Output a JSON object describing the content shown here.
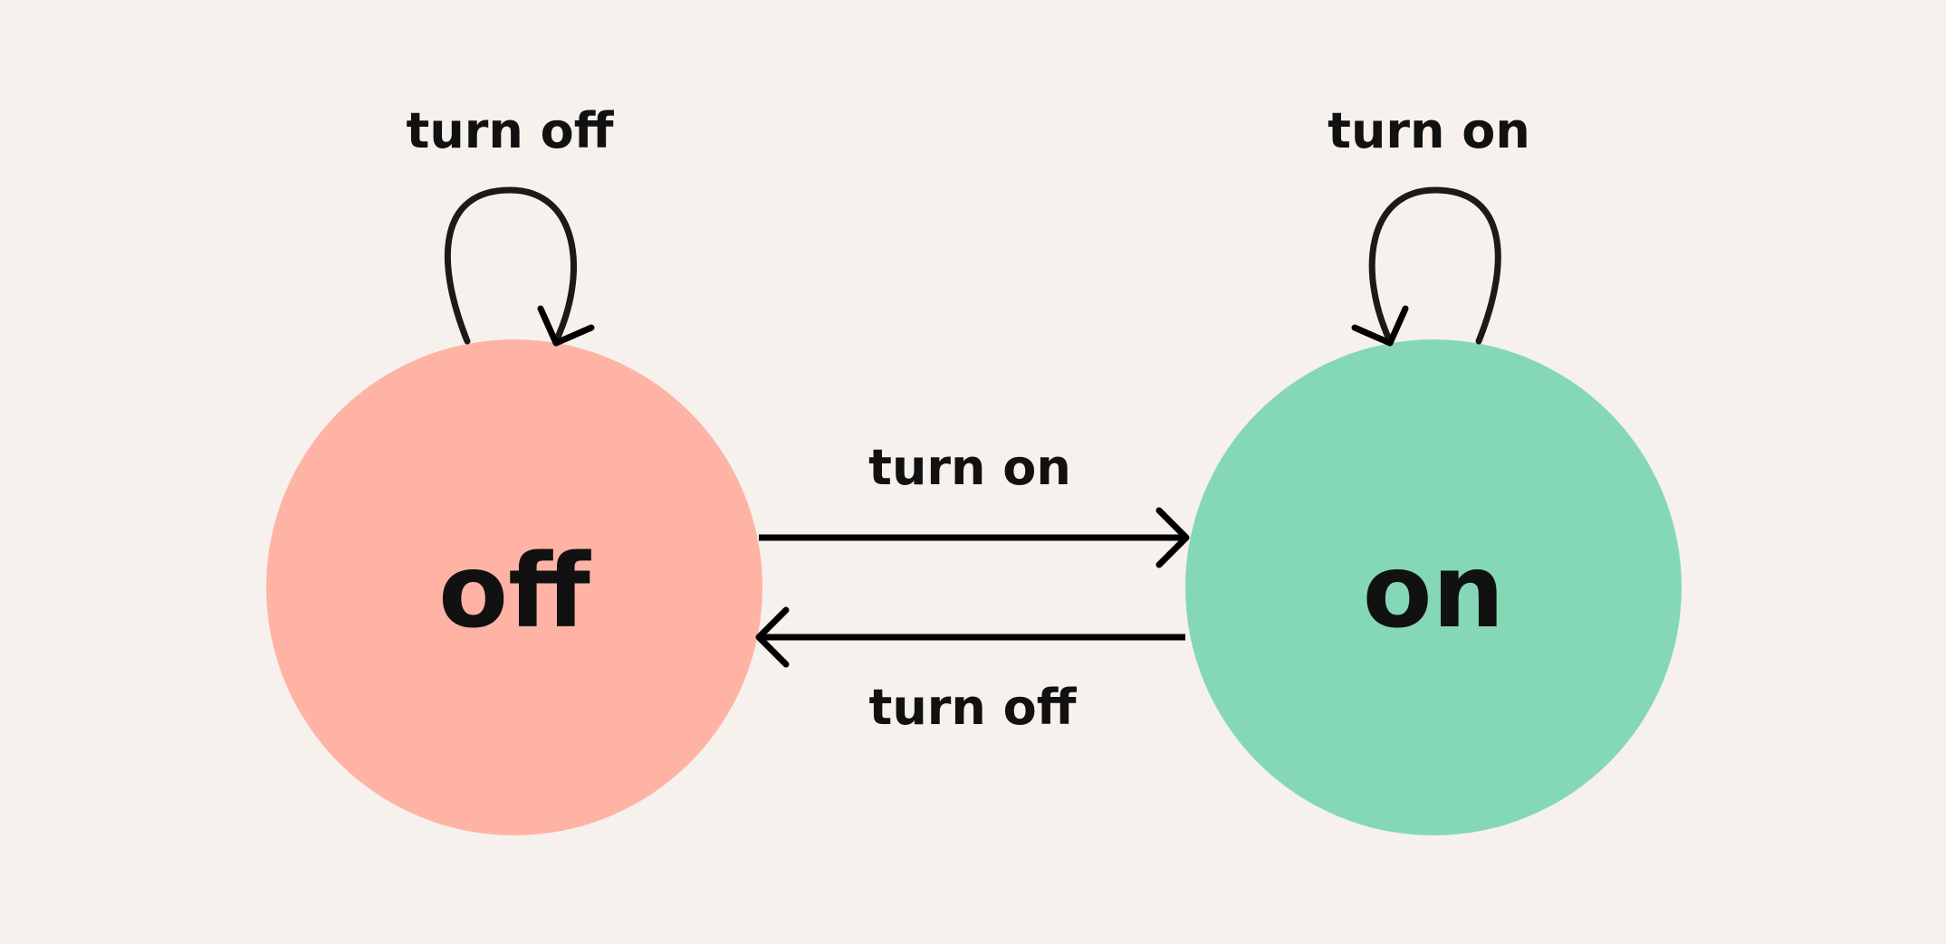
{
  "colors": {
    "background": "#f6f1ed",
    "off_state": "#ffb3a5",
    "on_state": "#84d8b6",
    "stroke": "#1a1a1a"
  },
  "states": {
    "off": {
      "label": "off"
    },
    "on": {
      "label": "on"
    }
  },
  "transitions": {
    "off_self_loop": {
      "label": "turn off"
    },
    "on_self_loop": {
      "label": "turn on"
    },
    "off_to_on": {
      "label": "turn on"
    },
    "on_to_off": {
      "label": "turn off"
    }
  }
}
